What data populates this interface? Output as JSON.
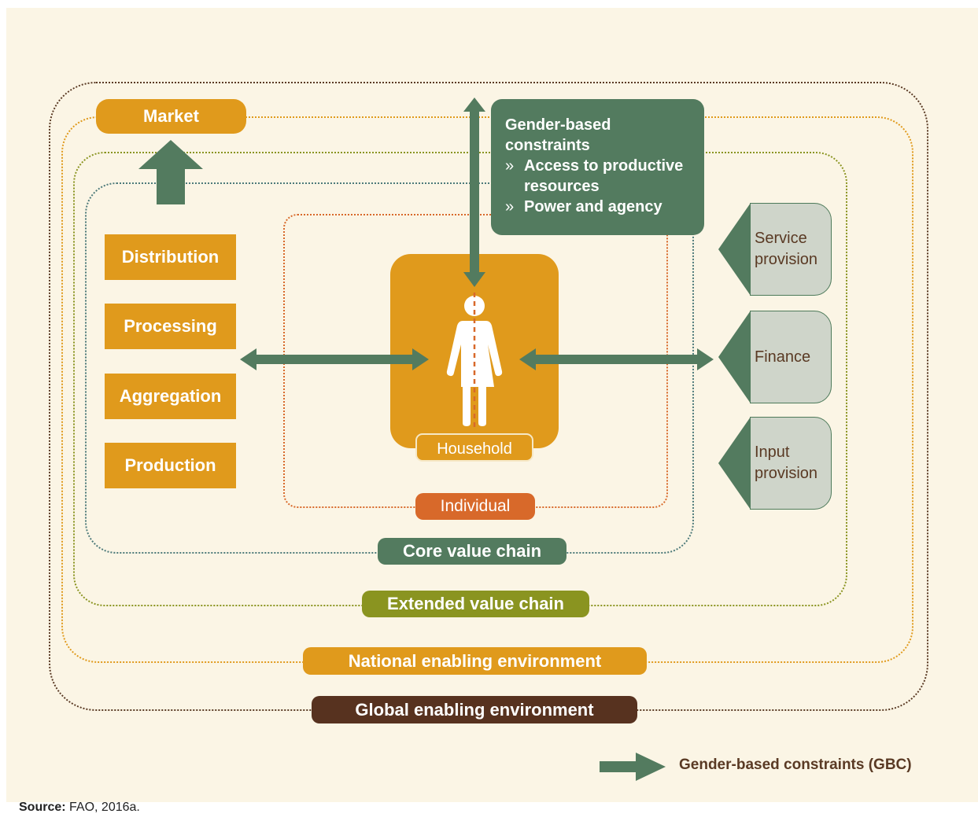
{
  "market": {
    "label": "Market"
  },
  "stages": [
    {
      "label": "Distribution"
    },
    {
      "label": "Processing"
    },
    {
      "label": "Aggregation"
    },
    {
      "label": "Production"
    }
  ],
  "gbc_box": {
    "title_line1": "Gender-based",
    "title_line2": "constraints",
    "bullet_marker": "»",
    "bullet1_line1": "Access to productive",
    "bullet1_line2": "resources",
    "bullet2": "Power and agency"
  },
  "household": {
    "label": "Household"
  },
  "individual": {
    "label": "Individual"
  },
  "services": [
    {
      "line1": "Service",
      "line2": "provision"
    },
    {
      "line1": "Finance",
      "line2": ""
    },
    {
      "line1": "Input",
      "line2": "provision"
    }
  ],
  "rings": {
    "core": "Core value chain",
    "extended": "Extended value chain",
    "national": "National enabling environment",
    "global": "Global enabling environment"
  },
  "legend": {
    "label": "Gender-based constraints (GBC)"
  },
  "source": {
    "label": "Source:",
    "text": "FAO, 2016a."
  },
  "colors": {
    "background": "#fbf5e5",
    "orange": "#e09a1c",
    "green": "#537b5f",
    "olive": "#8a9420",
    "brown": "#57321f",
    "individual": "#d8692a",
    "service_fill": "#cfd5ca"
  }
}
